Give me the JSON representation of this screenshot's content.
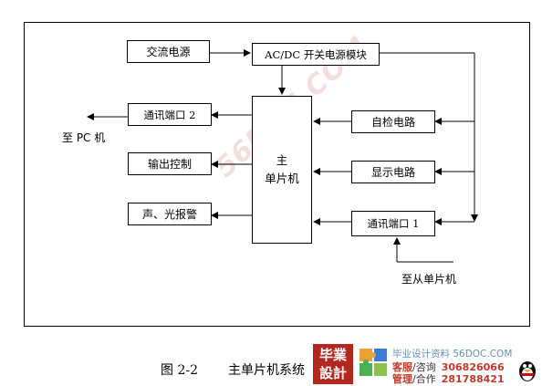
{
  "diagram": {
    "boxes": {
      "ac_power": "交流电源",
      "acdc": "AC/DC 开关电源模块",
      "comm_port_2": "通讯端口 2",
      "output_control": "输出控制",
      "alarm": "声、光报警",
      "self_check": "自检电路",
      "display": "显示电路",
      "comm_port_1": "通讯端口 1",
      "main_mcu_line1": "主",
      "main_mcu_line2": "单片机"
    },
    "labels": {
      "to_pc": "至 PC 机",
      "to_slave": "至从单片机"
    }
  },
  "caption": {
    "figure_no": "图 2-2",
    "title": "主单片机系统"
  },
  "watermark": "56DOC.COM",
  "ad": {
    "logo_line1": "毕業",
    "logo_line2": "設計",
    "site": "毕业设计资料 56DOC.COM",
    "row1_key": "客服",
    "row1_sub": "/咨询",
    "row1_num": "306826066",
    "row2_key": "管理",
    "row2_sub": "/合作",
    "row2_num": "281788421"
  }
}
